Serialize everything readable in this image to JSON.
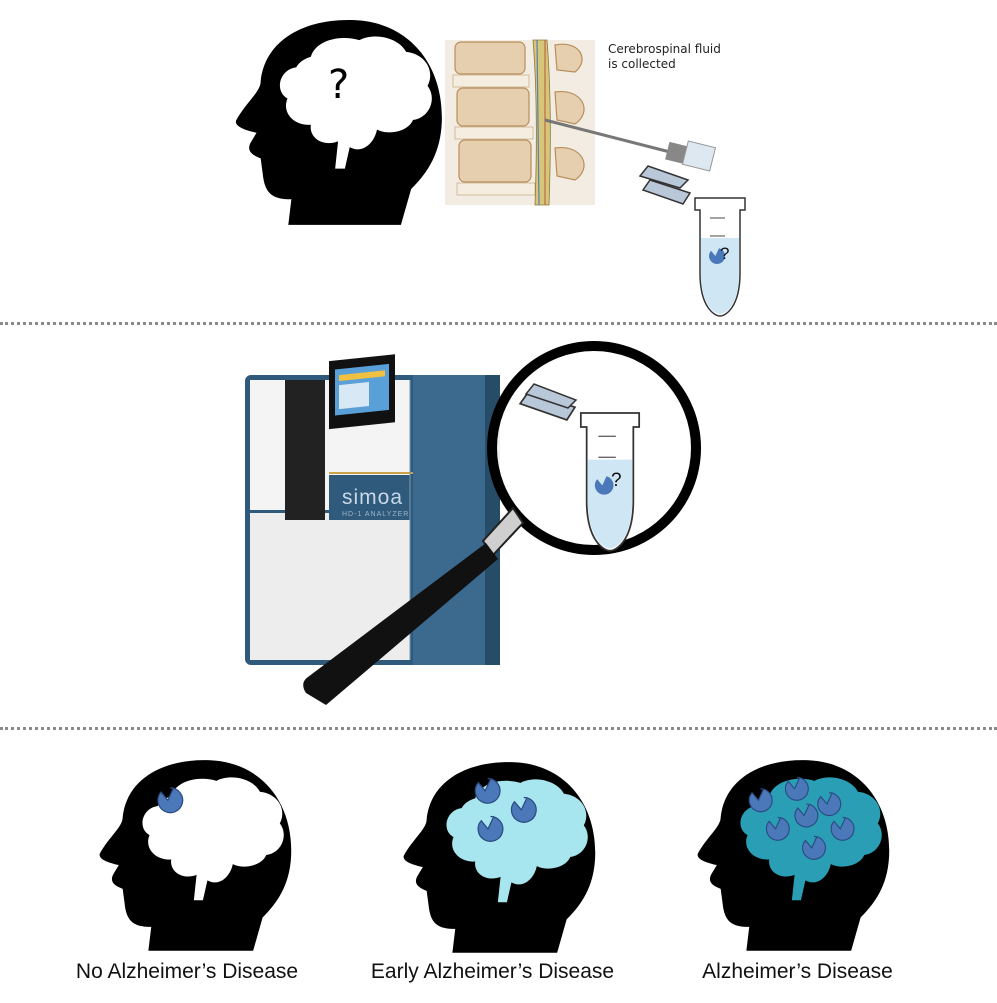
{
  "top": {
    "head_question": "?",
    "csf_label": "Cerebrospinal fluid\nis collected",
    "tube_question": "?"
  },
  "middle": {
    "machine_logo": "simoa",
    "machine_model": "HD-1 ANALYZER",
    "tube_question": "?"
  },
  "bottom": {
    "captions": [
      "No Alzheimer’s Disease",
      "Early Alzheimer’s Disease",
      "Alzheimer’s Disease"
    ]
  },
  "colors": {
    "silhouette": "#000000",
    "brain_white": "#ffffff",
    "brain_light": "#a8e6ef",
    "brain_teal": "#2a9eb4",
    "protein": "#4a78b8",
    "machine_blue": "#2f5a7c",
    "tube_fluid": "#cfe6f5"
  }
}
